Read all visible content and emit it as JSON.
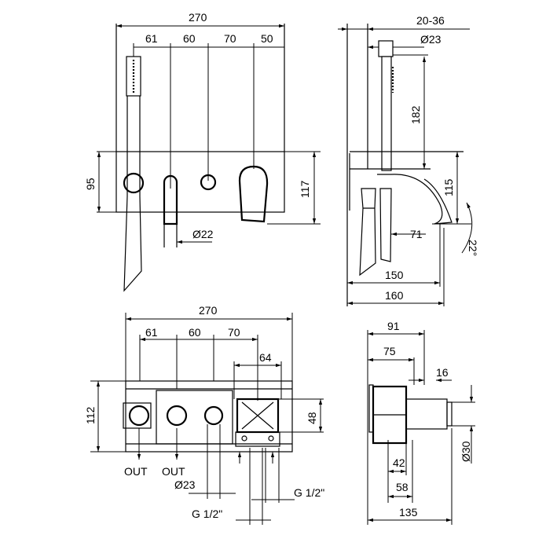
{
  "front_view": {
    "overall": "270",
    "s1": "61",
    "s2": "60",
    "s3": "70",
    "s4": "50",
    "height_left": "95",
    "height_right": "117",
    "dia_spout": "Ø22"
  },
  "side_view": {
    "wall_range": "20-36",
    "dia_top": "Ø23",
    "shower_height": "182",
    "spout_height": "115",
    "spout_offset": "71",
    "angle": "22°",
    "depth_150": "150",
    "depth_160": "160"
  },
  "body_front": {
    "overall": "270",
    "s1": "61",
    "s2": "60",
    "s3": "70",
    "box_width": "64",
    "height": "112",
    "box_height": "48",
    "out1": "OUT",
    "out2": "OUT",
    "dia": "Ø23",
    "thread_right": "G 1/2\"",
    "thread_left": "G 1/2\""
  },
  "body_side": {
    "d91": "91",
    "d75": "75",
    "d16": "16",
    "d42": "42",
    "d58": "58",
    "dia30": "Ø30",
    "d135": "135"
  }
}
